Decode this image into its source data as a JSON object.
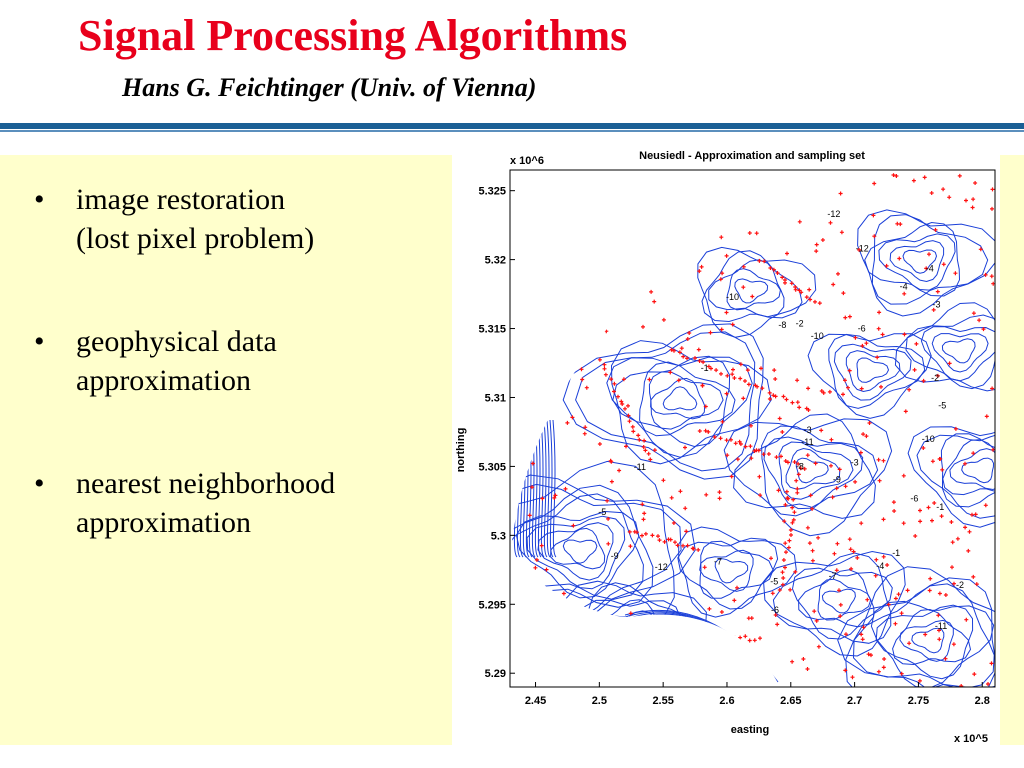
{
  "slide": {
    "title": "Signal Processing Algorithms",
    "subtitle": "Hans G. Feichtinger (Univ. of Vienna)",
    "bullet_char": "•",
    "bullets": [
      "image restoration\n(lost pixel problem)",
      "geophysical data\napproximation",
      "nearest neighborhood\napproximation"
    ]
  },
  "colors": {
    "title": "#e8001c",
    "subtitle": "#000000",
    "rule_dark": "#1a5f95",
    "rule_light": "#5b8fbd",
    "panel": "#ffffcc",
    "contour": "#1a3fd8",
    "samples": "#ff1010",
    "label": "#000000"
  },
  "figure": {
    "title": "Neusiedl - Approximation and sampling set",
    "xlabel": "easting",
    "ylabel": "northing",
    "x_exponent": "x 10^5",
    "y_exponent": "x 10^6",
    "xlim": [
      2.43,
      2.81
    ],
    "ylim": [
      5.289,
      5.3265
    ],
    "xticks": [
      "2.45",
      "2.5",
      "2.55",
      "2.6",
      "2.65",
      "2.7",
      "2.75",
      "2.8"
    ],
    "yticks": [
      "5.29",
      "5.295",
      "5.3",
      "5.305",
      "5.31",
      "5.315",
      "5.32",
      "5.325"
    ],
    "contour_labels": [
      "-1",
      "-3",
      "-4",
      "-5",
      "-6",
      "-7",
      "-8",
      "-9",
      "-10",
      "-11",
      "-12",
      "-2"
    ]
  }
}
